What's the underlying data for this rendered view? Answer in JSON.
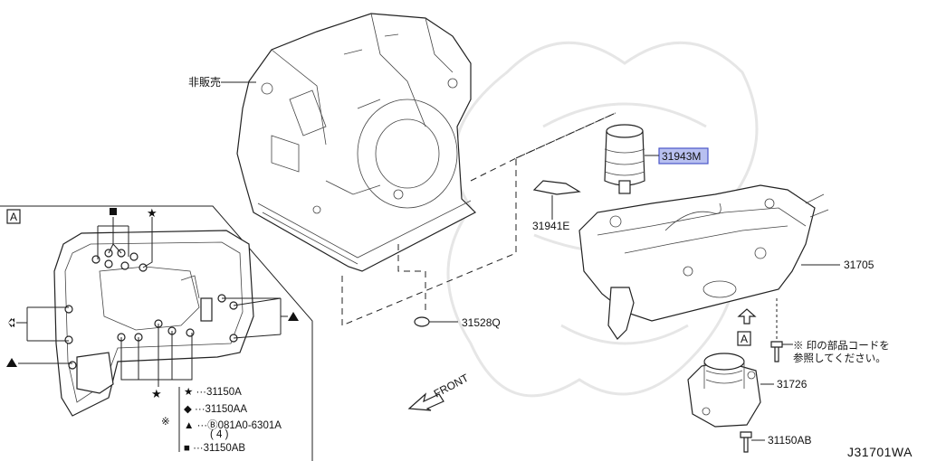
{
  "labels": {
    "not_for_sale": "非販売",
    "part_31943M": "31943M",
    "part_31941E": "31941E",
    "part_31705": "31705",
    "part_31528Q": "31528Q",
    "part_31726": "31726",
    "part_31150AB": "31150AB",
    "view_a_top": "A",
    "view_a_box": "A",
    "front": "FRONT",
    "note_line1": "※ 印の部品コードを",
    "note_line2": "参照してください。"
  },
  "legend": {
    "star": "★ ···31150A",
    "diamond": "◆ ···31150AA",
    "triangle_mark": "※",
    "triangle": "▲ ···Ⓑ081A0-6301A",
    "triangle_qty": "( 4 )",
    "square": "■ ···31150AB"
  },
  "diagram_code": "J31701WA",
  "highlight_color": "#b8c0f0"
}
